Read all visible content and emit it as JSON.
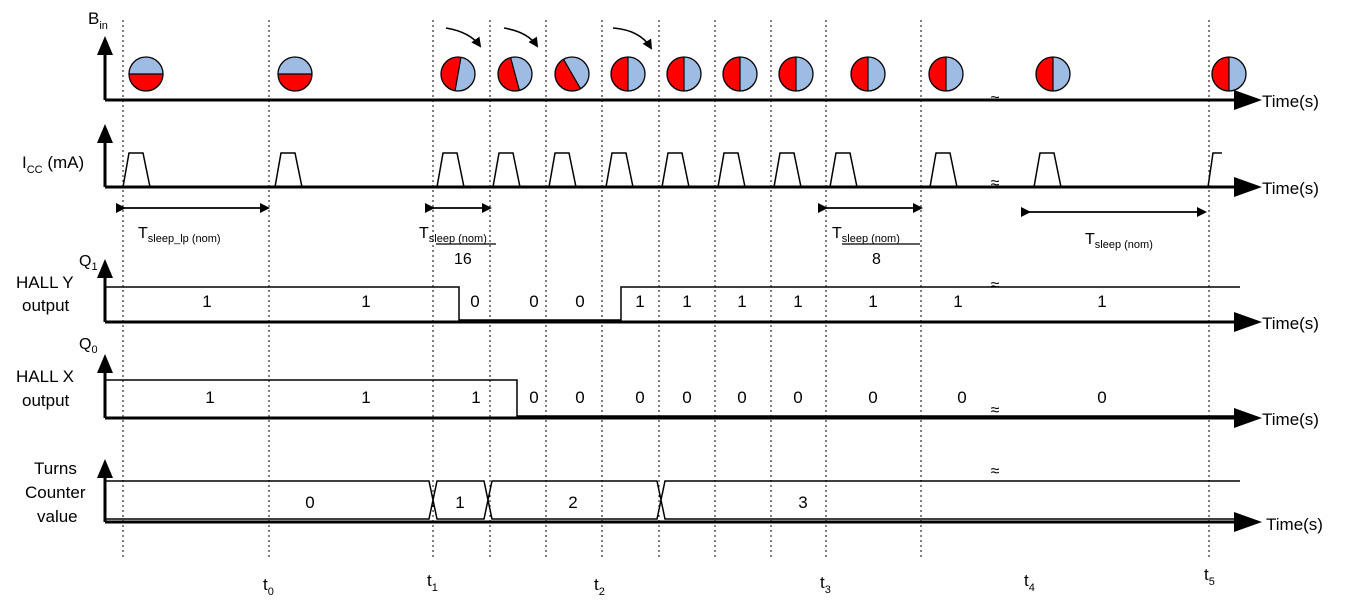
{
  "axes": {
    "bin": {
      "symbol": "B",
      "sub": "in",
      "time_label": "Time(s)"
    },
    "icc": {
      "symbol": "I",
      "sub": "CC",
      "unit": " (mA)",
      "time_label": "Time(s)"
    },
    "hall_y": {
      "q_symbol": "Q",
      "q_sub": "1",
      "line1": "HALL Y",
      "line2": "output",
      "time_label": "Time(s)"
    },
    "hall_x": {
      "q_symbol": "Q",
      "q_sub": "0",
      "line1": "HALL X",
      "line2": "output",
      "time_label": "Time(s)"
    },
    "turns": {
      "line1": "Turns",
      "line2": "Counter",
      "line3": "value",
      "time_label": "Time(s)"
    }
  },
  "colors": {
    "pole_north": "#ff0000",
    "pole_south": "#9dbbe3",
    "axis": "#000000"
  },
  "magnet_positions": [
    "S-top",
    "S-top",
    "rot-1",
    "rot-2",
    "rot-3",
    "N-left",
    "N-left",
    "N-left",
    "N-left",
    "N-left",
    "N-left",
    "N-left",
    "N-left"
  ],
  "rotation_arrows": [
    "arrow-1",
    "arrow-2",
    "arrow-3"
  ],
  "annotations": {
    "tsleep_lp": {
      "symbol": "T",
      "sub": "sleep_lp (nom)"
    },
    "tsleep_16": {
      "symbol": "T",
      "sub": "sleep (nom)",
      "denominator": "16"
    },
    "tsleep_8": {
      "symbol": "T",
      "sub": "sleep (nom)",
      "denominator": "8"
    },
    "tsleep": {
      "symbol": "T",
      "sub": "sleep (nom)"
    }
  },
  "hall_y_values": [
    "1",
    "1",
    "0",
    "0",
    "0",
    "1",
    "1",
    "1",
    "1",
    "1",
    "1",
    "1"
  ],
  "hall_x_values": [
    "1",
    "1",
    "1",
    "0",
    "0",
    "0",
    "0",
    "0",
    "0",
    "0",
    "0",
    "0"
  ],
  "turns_values": [
    "0",
    "1",
    "2",
    "3"
  ],
  "time_markers": [
    {
      "symbol": "t",
      "sub": "0"
    },
    {
      "symbol": "t",
      "sub": "1"
    },
    {
      "symbol": "t",
      "sub": "2"
    },
    {
      "symbol": "t",
      "sub": "3"
    },
    {
      "symbol": "t",
      "sub": "4"
    },
    {
      "symbol": "t",
      "sub": "5"
    }
  ],
  "break_symbol": "≈"
}
